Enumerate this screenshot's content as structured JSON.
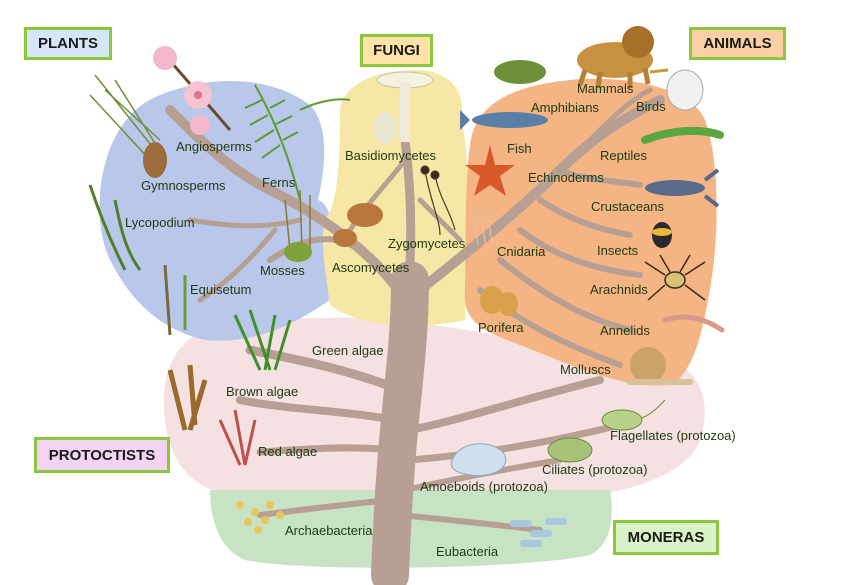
{
  "kingdoms": {
    "plants": {
      "label": "PLANTS",
      "color": "#d4e6f7"
    },
    "fungi": {
      "label": "FUNGI",
      "color": "#fde3a7"
    },
    "animals": {
      "label": "ANIMALS",
      "color": "#f9cfa3"
    },
    "protoctists": {
      "label": "PROTOCTISTS",
      "color": "#f2d4f2"
    },
    "moneras": {
      "label": "MONERAS",
      "color": "#d9f2c7"
    }
  },
  "labels": {
    "angiosperms": "Angiosperms",
    "gymnosperms": "Gymnosperms",
    "ferns": "Ferns",
    "lycopodium": "Lycopodium",
    "mosses": "Mosses",
    "equisetum": "Equisetum",
    "basidiomycetes": "Basidiomycetes",
    "zygomycetes": "Zygomycetes",
    "ascomycetes": "Ascomycetes",
    "mammals": "Mammals",
    "amphibians": "Amphibians",
    "birds": "Birds",
    "fish": "Fish",
    "reptiles": "Reptiles",
    "echinoderms": "Echinoderms",
    "crustaceans": "Crustaceans",
    "cnidaria": "Cnidaria",
    "insects": "Insects",
    "arachnids": "Arachnids",
    "porifera": "Porifera",
    "annelids": "Annelids",
    "molluscs": "Molluscs",
    "green_algae": "Green algae",
    "brown_algae": "Brown algae",
    "red_algae": "Red algae",
    "flagellates": "Flagellates (protozoa)",
    "ciliates": "Ciliates (protozoa)",
    "amoeboids": "Amoeboids (protozoa)",
    "archaebacteria": "Archaebacteria",
    "eubacteria": "Eubacteria"
  },
  "colors": {
    "region_plants": "#b9c8ea",
    "region_fungi": "#f6e7a6",
    "region_animals": "#f4b483",
    "region_protoctists": "#f5e0e2",
    "region_moneras": "#c8e3c4",
    "trunk": "#b79f93",
    "border_accent": "#8cc63f"
  }
}
